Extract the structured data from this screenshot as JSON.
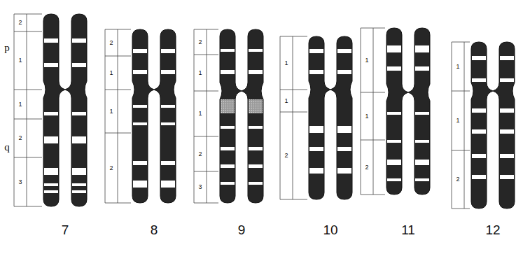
{
  "diagram": {
    "labels": [
      "p",
      "q",
      "2",
      "1",
      "1",
      "2",
      "3",
      "7",
      "2",
      "1",
      "1",
      "2",
      "8",
      "2",
      "1",
      "1",
      "2",
      "3",
      "9",
      "1",
      "1",
      "2",
      "10",
      "1",
      "1",
      "2",
      "11",
      "1",
      "1",
      "2",
      "12"
    ]
  }
}
